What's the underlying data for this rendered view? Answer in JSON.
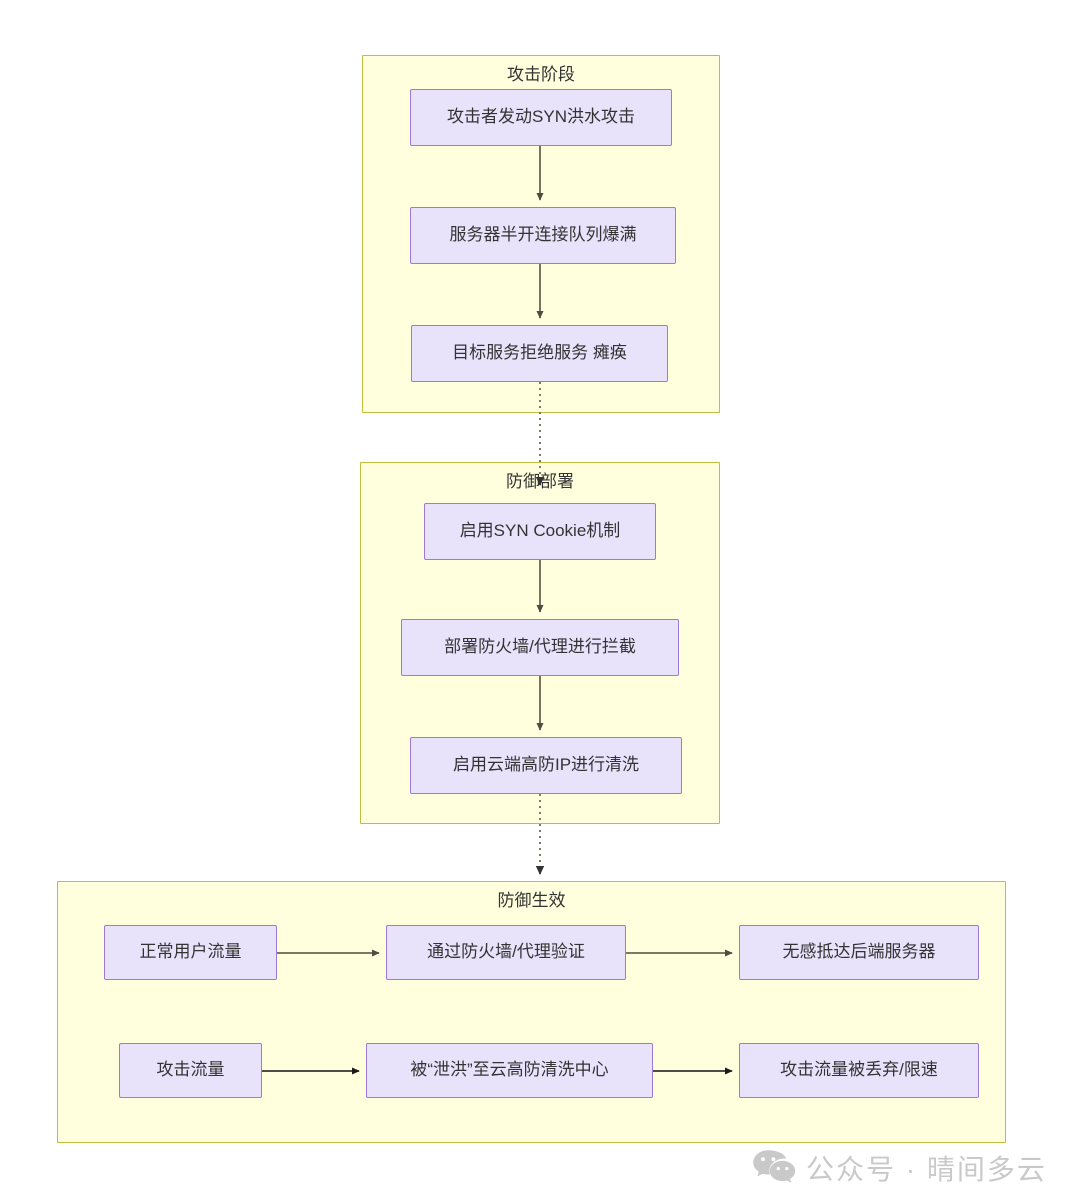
{
  "diagram": {
    "title_colors": {
      "subgraph_fill": "#ffffde",
      "subgraph_border": "#bfbf3f",
      "node_fill": "#e8e3fb",
      "node_border": "#9f79d6",
      "text": "#333333",
      "arrow": "#666655",
      "arrow_dark": "#333333",
      "dotted_arrow": "#7a7a6a",
      "background": "#ffffff",
      "watermark": "#c9c9c9"
    },
    "sections": [
      {
        "id": "attack-phase",
        "title": "攻击阶段",
        "nodes": [
          {
            "id": "n1",
            "label": "攻击者发动SYN洪水攻击"
          },
          {
            "id": "n2",
            "label": "服务器半开连接队列爆满"
          },
          {
            "id": "n3",
            "label": "目标服务拒绝服务 瘫痪"
          }
        ]
      },
      {
        "id": "defense-deployment",
        "title": "防御部署",
        "nodes": [
          {
            "id": "n4",
            "label": "启用SYN Cookie机制"
          },
          {
            "id": "n5",
            "label": "部署防火墙/代理进行拦截"
          },
          {
            "id": "n6",
            "label": "启用云端高防IP进行清洗"
          }
        ]
      },
      {
        "id": "defense-effective",
        "title": "防御生效",
        "nodes": [
          {
            "id": "n7",
            "label": "正常用户流量"
          },
          {
            "id": "n8",
            "label": "通过防火墙/代理验证"
          },
          {
            "id": "n9",
            "label": "无感抵达后端服务器"
          },
          {
            "id": "n10",
            "label": "攻击流量"
          },
          {
            "id": "n11",
            "label": "被“泄洪”至云高防清洗中心"
          },
          {
            "id": "n12",
            "label": "攻击流量被丢弃/限速"
          }
        ]
      }
    ]
  },
  "watermark": {
    "icon": "wechat-icon",
    "text": "公众号 · 晴间多云"
  }
}
